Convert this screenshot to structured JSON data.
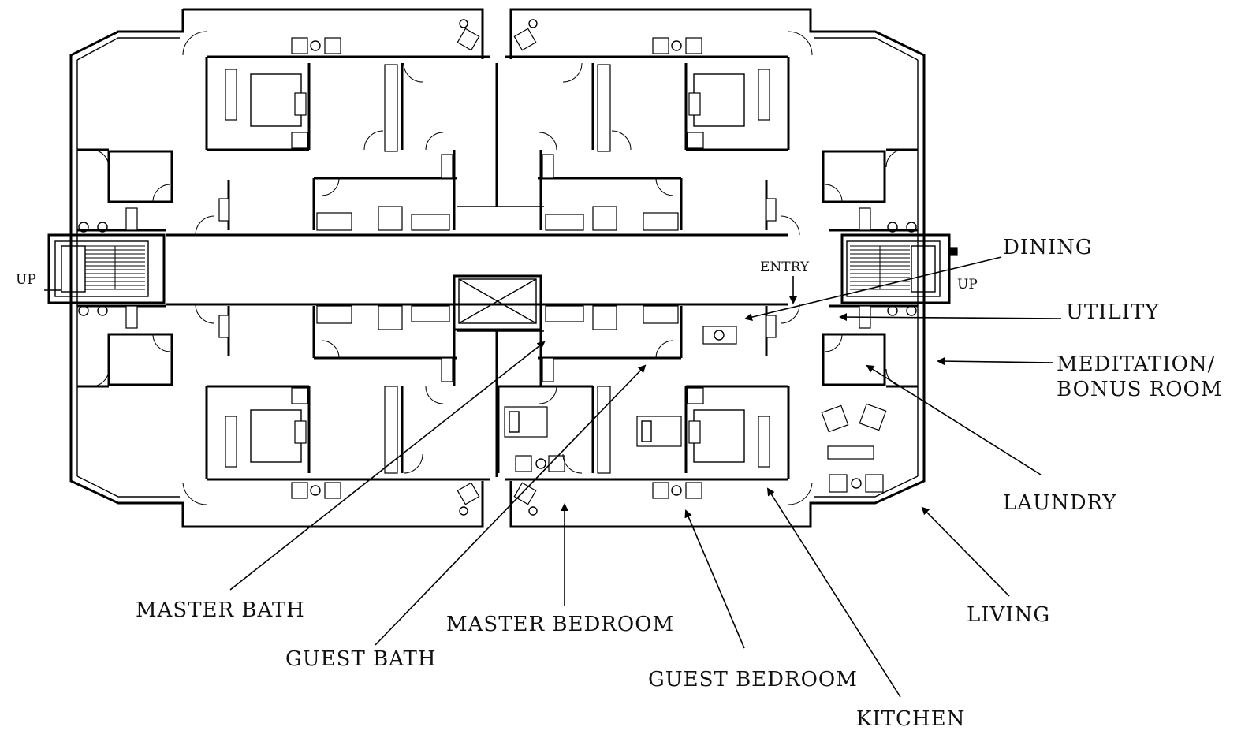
{
  "labels": {
    "dining": "DINING",
    "utility": "UTILITY",
    "meditation_line1": "MEDITATION/",
    "meditation_line2": "BONUS ROOM",
    "laundry": "LAUNDRY",
    "living": "LIVING",
    "kitchen": "KITCHEN",
    "guest_bedroom": "GUEST BEDROOM",
    "master_bedroom": "MASTER BEDROOM",
    "guest_bath": "GUEST BATH",
    "master_bath": "MASTER BATH",
    "entry": "ENTRY",
    "up_left": "UP",
    "up_right": "UP"
  },
  "colors": {
    "line": "#000000",
    "background": "#ffffff"
  }
}
